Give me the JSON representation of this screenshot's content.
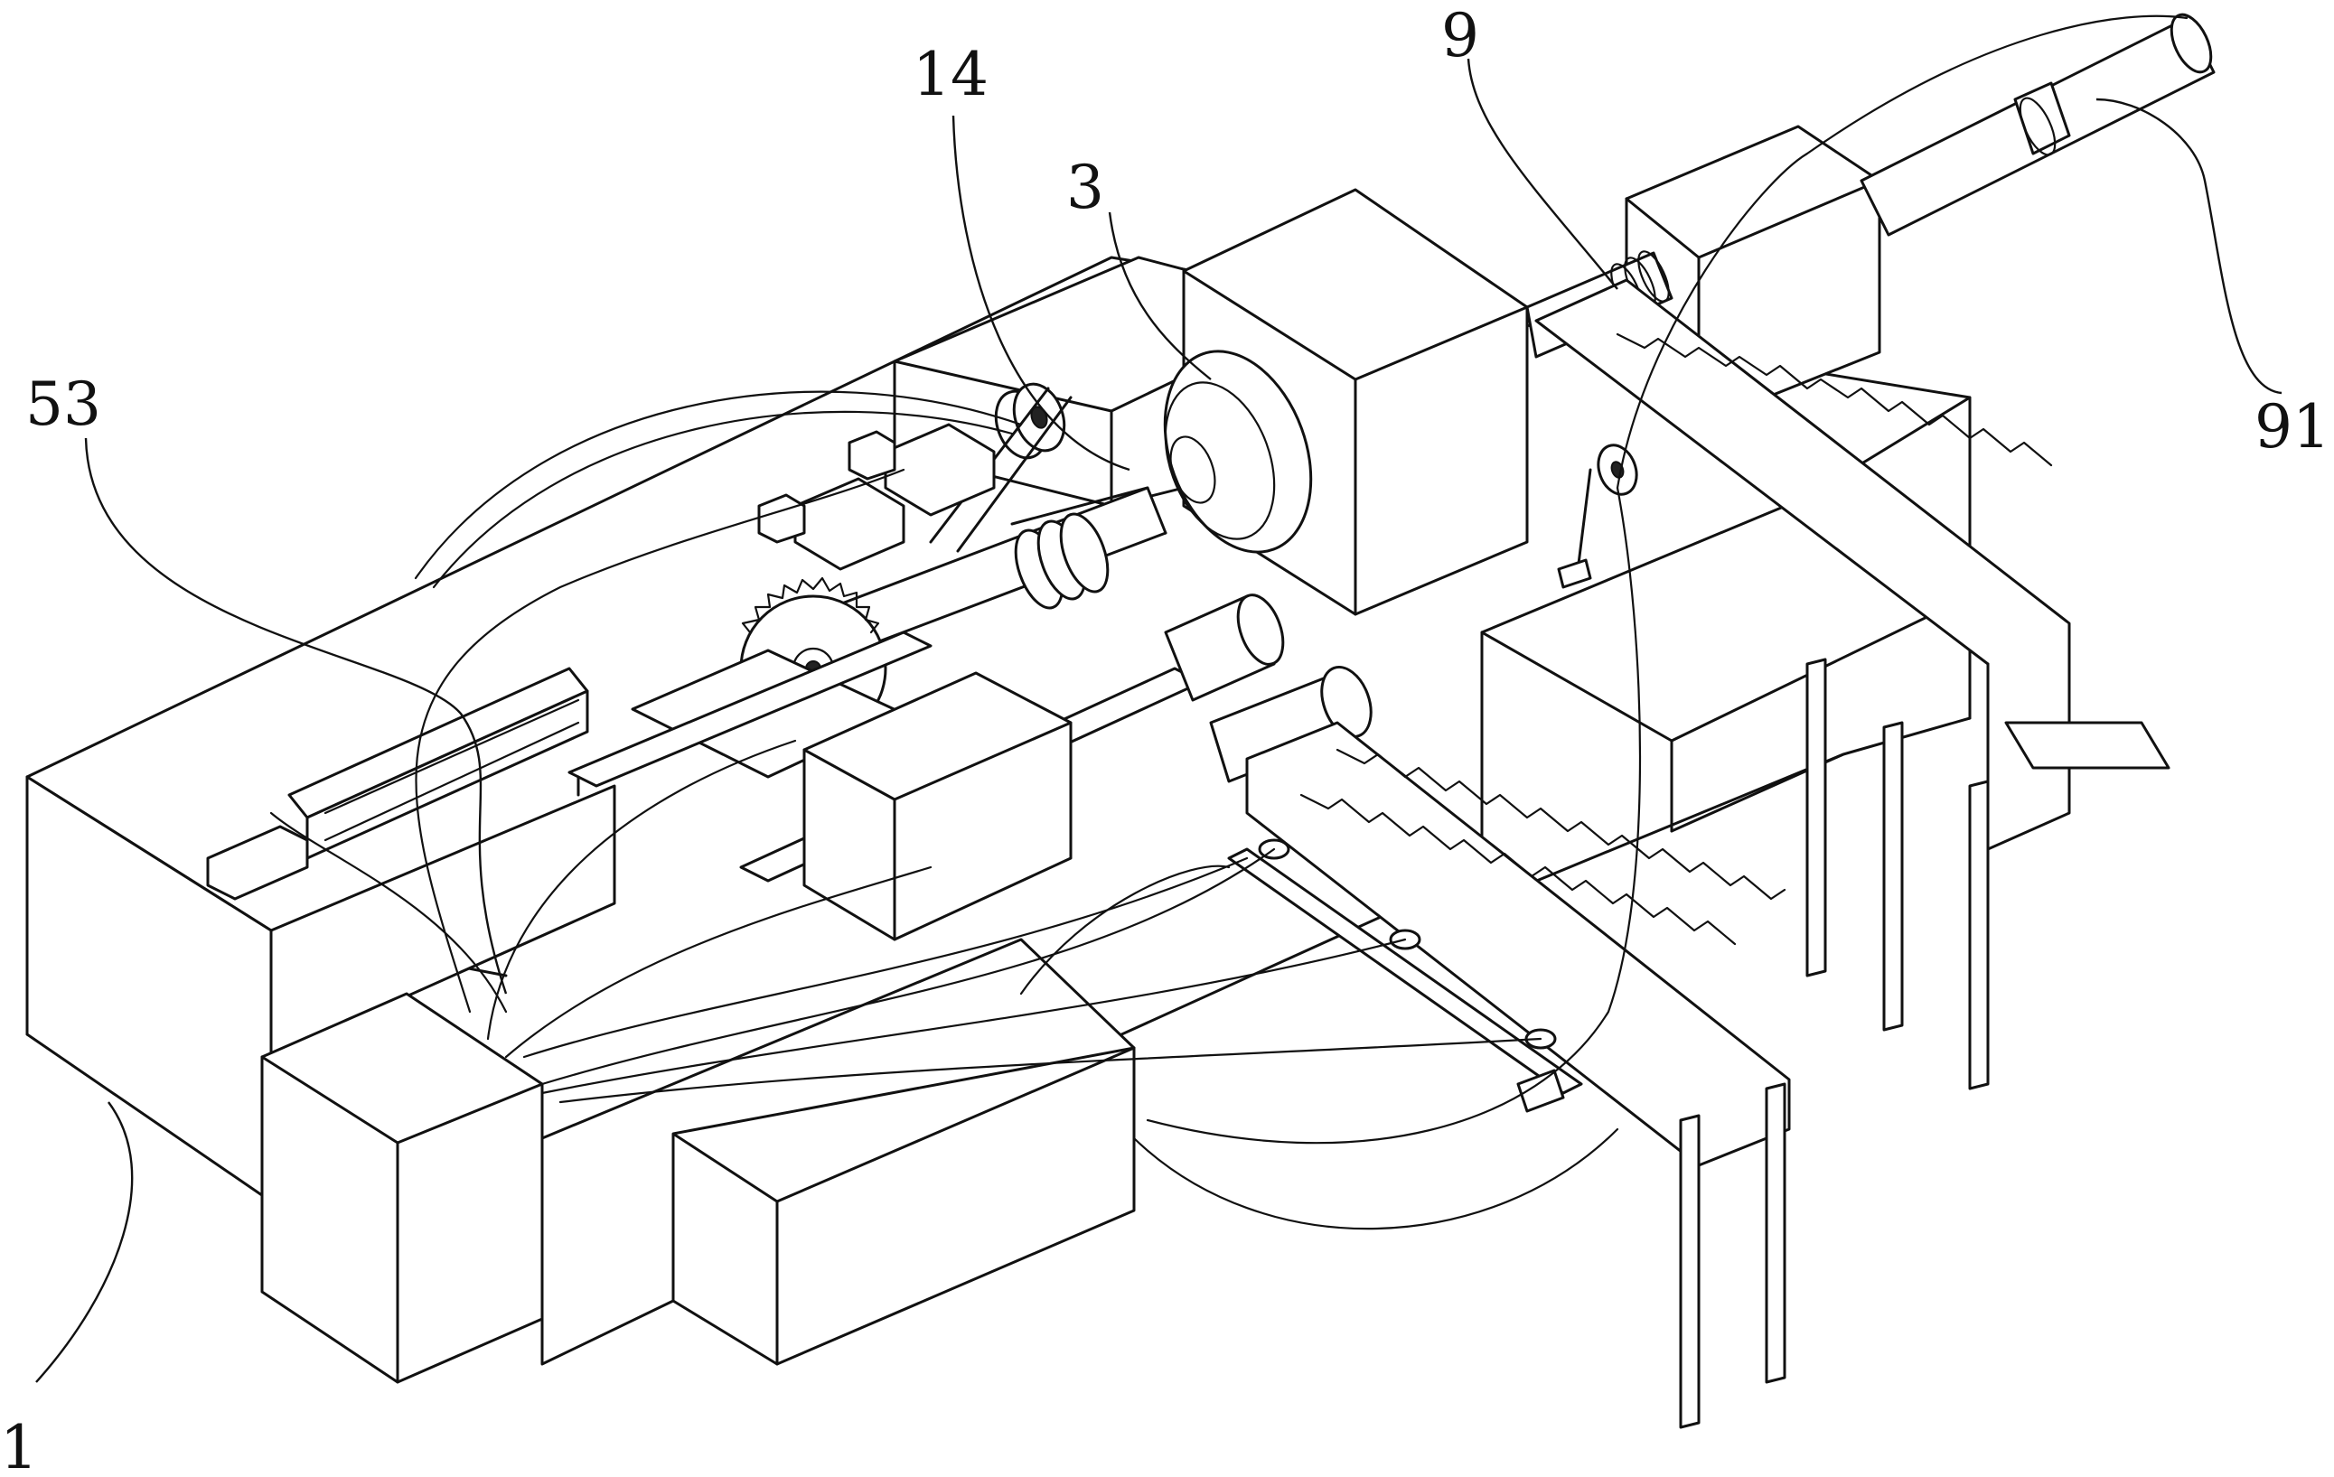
{
  "labels": {
    "l14": "14",
    "l9": "9",
    "l3": "3",
    "l53": "53",
    "l91": "91",
    "l1": "1"
  }
}
